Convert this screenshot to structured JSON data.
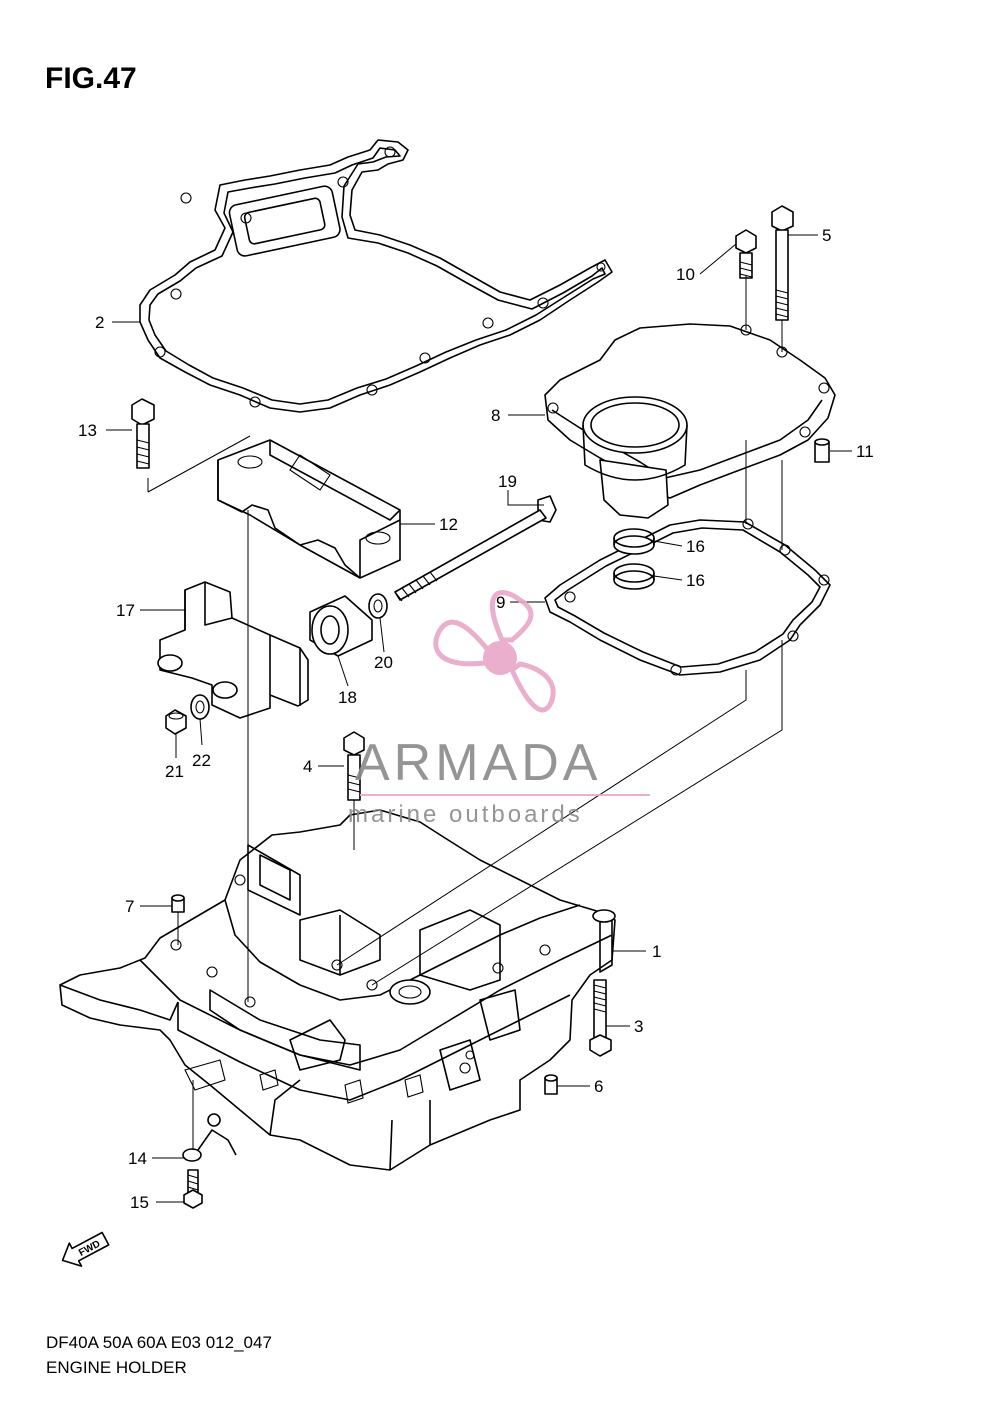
{
  "figure": {
    "title": "FIG.47",
    "model_code": "DF40A 50A 60A E03 012_047",
    "name": "ENGINE HOLDER"
  },
  "watermark": {
    "brand": "ARMADA",
    "tagline": "marine outboards",
    "color_pink": "#e8a7c8",
    "color_gray": "#8a8a8a"
  },
  "fwd_label": "FWD",
  "callouts": [
    "1",
    "2",
    "3",
    "4",
    "5",
    "6",
    "7",
    "8",
    "9",
    "10",
    "11",
    "12",
    "13",
    "14",
    "15",
    "16",
    "16",
    "17",
    "18",
    "19",
    "20",
    "21",
    "22"
  ]
}
